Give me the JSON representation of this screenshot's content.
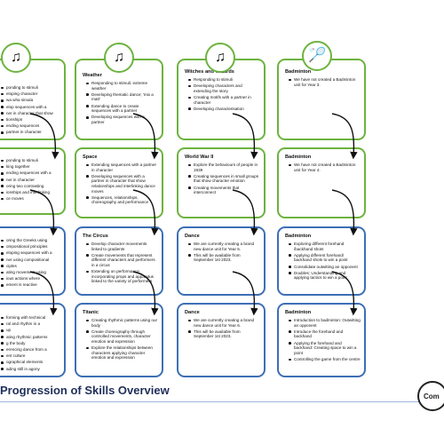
{
  "page": {
    "title": "Progression of Skills Overview",
    "logo_text": "Com"
  },
  "icons": {
    "col0": "♫",
    "col1": "♫",
    "col2": "♫",
    "col3": "🏸"
  },
  "columns": [
    {
      "cards": [
        {
          "title": "",
          "items": [
            "ponding to stimuli",
            "eloping character",
            "wa wha simala",
            "elop sequences with a",
            "ner in character that show",
            "tionships",
            "ending sequences",
            "partner in character"
          ]
        },
        {
          "title": "",
          "items": [
            "ponding to stimuli",
            "king together",
            "ending sequences with a",
            "ner in character",
            "oring two contrasting",
            "ionships and interlinking",
            "ce moves"
          ]
        },
        {
          "title": "",
          "items": [
            "oring the Greeks using",
            "ompositional principles",
            "eloping sequences with a",
            "ner using compositional",
            "ciples",
            "ating movement using",
            "ious actions where",
            "ement is reactive"
          ]
        },
        {
          "title": "",
          "items": [
            "forming with technical",
            "ral and rhythm in a",
            "up",
            "ating rhythmic patterns",
            "g the body",
            "erencing dance from a",
            "ent culture",
            "ographical elements",
            "ading still in agony"
          ]
        }
      ]
    },
    {
      "cards": [
        {
          "title": "Weather",
          "items": [
            "Responding to stimuli; extreme weather",
            "Developing thematic dance; 'mix a matt'",
            "Extending dance to create sequences with a partner",
            "Developing sequences with a partner"
          ]
        },
        {
          "title": "Space",
          "items": [
            "Extending sequences with a partner in character",
            "Developing sequences with a partner in character that show relationships and interlinking dance moves",
            "Sequences, relationships, choreography and performance"
          ]
        },
        {
          "title": "The Circus",
          "items": [
            "Develop character movements linked to gradients",
            "Create movements that represent different characters and performers in a circus",
            "Extending on performance incorporating props and apparatus linked to the variety of performers"
          ]
        },
        {
          "title": "Titanic",
          "items": [
            "Creating rhythmic patterns using our body",
            "Create choreography through controlled movements, character emotion and expression",
            "Explore the relationships between characters applying character emotion and expression"
          ]
        }
      ]
    },
    {
      "cards": [
        {
          "title": "Witches and Wizards",
          "items": [
            "Responding to stimuli",
            "Developing characters and extending the story",
            "Creating motifs with a partner in character",
            "Developing characterisation"
          ]
        },
        {
          "title": "World War II",
          "items": [
            "Explore the behaviours of people in 1939",
            "Creating sequences in small groups that show character emotion",
            "Creating movements that interconnect"
          ]
        },
        {
          "title": "Dance",
          "items": [
            "We are currently creating a brand new dance unit for Year 5.",
            "This will be available from September 1st 2023."
          ]
        },
        {
          "title": "Dance",
          "items": [
            "We are currently creating a brand new dance unit for Year 6.",
            "This will be available from September 1st 2023."
          ]
        }
      ]
    },
    {
      "cards": [
        {
          "title": "Badminton",
          "items": [
            "We have not created a Badminton unit for Year 3."
          ]
        },
        {
          "title": "Badminton",
          "items": [
            "We have not created a Badminton unit for Year 4."
          ]
        },
        {
          "title": "Badminton",
          "items": [
            "Exploring different forehand /backhand shots",
            "Applying different forehand/ backhand shots to win a point",
            "Consolidate outwitting an opponent",
            "Doubles: Understanding and applying tactics to win a point"
          ]
        },
        {
          "title": "Badminton",
          "items": [
            "Introduction to badminton: Outwitting an opponent",
            "Introduce the forehand and backhand",
            "Applying the forehand and backhand: Creating space to win a point",
            "Controlling the game from the centre"
          ]
        }
      ]
    }
  ]
}
